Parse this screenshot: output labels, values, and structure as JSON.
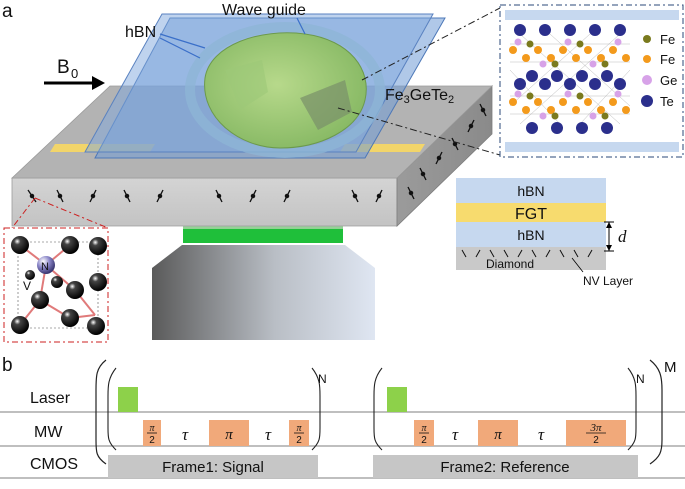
{
  "panel_a": {
    "label": "a",
    "field_symbol": "B",
    "field_subscript": "0",
    "hbn_label": "hBN",
    "waveguide_label": "Wave guide",
    "fgt_formula": {
      "p1": "Fe",
      "s1": "3",
      "p2": "GeTe",
      "s2": "2"
    },
    "legend": [
      "Fe",
      "Fe",
      "Ge",
      "Te"
    ],
    "legend_colors": [
      "#7a7a1e",
      "#f39a1c",
      "#d7a2e8",
      "#2b2f8c"
    ],
    "stack_layers": [
      "hBN",
      "FGT",
      "hBN",
      "Diamond"
    ],
    "distance_symbol": "d",
    "nv_layer_label": "NV Layer",
    "nv_atom_label": "N",
    "vacancy_label": "V"
  },
  "panel_b": {
    "label": "b",
    "rows": [
      "Laser",
      "MW",
      "CMOS"
    ],
    "repeat_inner": "N",
    "repeat_outer": "M",
    "tau_symbol": "τ",
    "pi_symbol": "π",
    "seq1_pulses": [
      {
        "num": "π",
        "den": "2"
      },
      {
        "num": "π",
        "den": ""
      },
      {
        "num": "π",
        "den": "2"
      }
    ],
    "seq2_pulses": [
      {
        "num": "π",
        "den": "2"
      },
      {
        "num": "π",
        "den": ""
      },
      {
        "num": "3π",
        "den": "2"
      }
    ],
    "frame1_label": "Frame1: Signal",
    "frame2_label": "Frame2: Reference",
    "colors": {
      "laser": "#8dd14a",
      "mw": "#f1a97a",
      "cmos": "#c6c6c6"
    }
  }
}
